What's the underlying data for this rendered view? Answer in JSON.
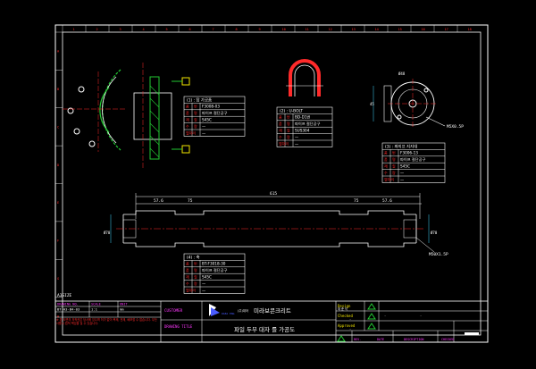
{
  "ruler": {
    "top": [
      "1",
      "2",
      "3",
      "4",
      "5",
      "6",
      "7",
      "8",
      "9",
      "10",
      "11",
      "12",
      "13",
      "14",
      "15",
      "16",
      "17",
      "18"
    ],
    "left": [
      "A",
      "B",
      "C",
      "D",
      "E",
      "F",
      "G",
      "H"
    ]
  },
  "part1": {
    "title": "(1) : 탑 가공품",
    "rows": [
      [
        "품",
        "번",
        "F3008-03"
      ],
      [
        "품",
        "명",
        "파이프 절단공구"
      ],
      [
        "재",
        "질",
        "S45C"
      ],
      [
        "수",
        "량",
        "—"
      ],
      [
        "열처리",
        "",
        "—"
      ]
    ]
  },
  "part2": {
    "title": "(2) : U-BOLT",
    "rows": [
      [
        "품",
        "번",
        "BD-D1번"
      ],
      [
        "품",
        "명",
        "파이프 절단공구"
      ],
      [
        "재",
        "질",
        "SUS304"
      ],
      [
        "수",
        "량",
        "—"
      ],
      [
        "열처리",
        "",
        "—"
      ]
    ]
  },
  "part3": {
    "title": "(3) : 파이프 지지대",
    "rows": [
      [
        "품",
        "번",
        "F3006-13"
      ],
      [
        "품",
        "명",
        "파이프 절단공구"
      ],
      [
        "재",
        "질",
        "S45C"
      ],
      [
        "수",
        "량",
        "—"
      ],
      [
        "열처리",
        "",
        "—"
      ]
    ]
  },
  "part4": {
    "title": "(4) : 축",
    "rows": [
      [
        "품",
        "번",
        "BT-F3018-30"
      ],
      [
        "품",
        "명",
        "파이프 절단공구"
      ],
      [
        "재",
        "질",
        "S45C"
      ],
      [
        "수",
        "량",
        "—"
      ],
      [
        "열처리",
        "",
        "—"
      ]
    ]
  },
  "dims": {
    "overall": "615",
    "d1": "57.6",
    "d2": "75",
    "d3": "75",
    "d4": "57.6",
    "dia_left": "Ø70",
    "dia_right": "Ø70",
    "tap": "M50X1.5P",
    "note_circle": "M5X0.5P"
  },
  "title_block": {
    "left_label": "A3SIZE",
    "row1": [
      "DRAWING NO.",
      "SCALE",
      "UNIT"
    ],
    "row2": [
      "BT-H3-B4-03",
      "1:1",
      "mm"
    ],
    "notes": "※ 본 도면의 저작권은 당사에 있으며 허가 없이 복제, 전재, 배포할 수 없습니다. 무단 사용시 법적 책임을 질 수 있습니다.",
    "customer_label": "CUSTOMER",
    "drawing_title_label": "DRAWING TITLE",
    "company": "미라보콘크리트",
    "company_prefix": "(주)대아",
    "brand": "DAEA ENG",
    "drawing_title": "파일 두부 대자 를 가공도",
    "design_label": "Design",
    "checked_label": "Checked",
    "approved_label": "Approved",
    "design_val": "재 준 익",
    "checked_val": "-",
    "approved_val": "-",
    "rev_header": [
      "REV.",
      "DATE",
      "DESCRIPTION",
      "CHECKED"
    ],
    "rev_dashes": [
      "-",
      "-"
    ]
  },
  "colors": {
    "frame": "#ffffff",
    "cyan": "#3fd7ff",
    "green": "#22c832",
    "red": "#ff2a2a",
    "yellow": "#f2e600",
    "magenta": "#ff38ff",
    "blue": "#4a5cff"
  }
}
